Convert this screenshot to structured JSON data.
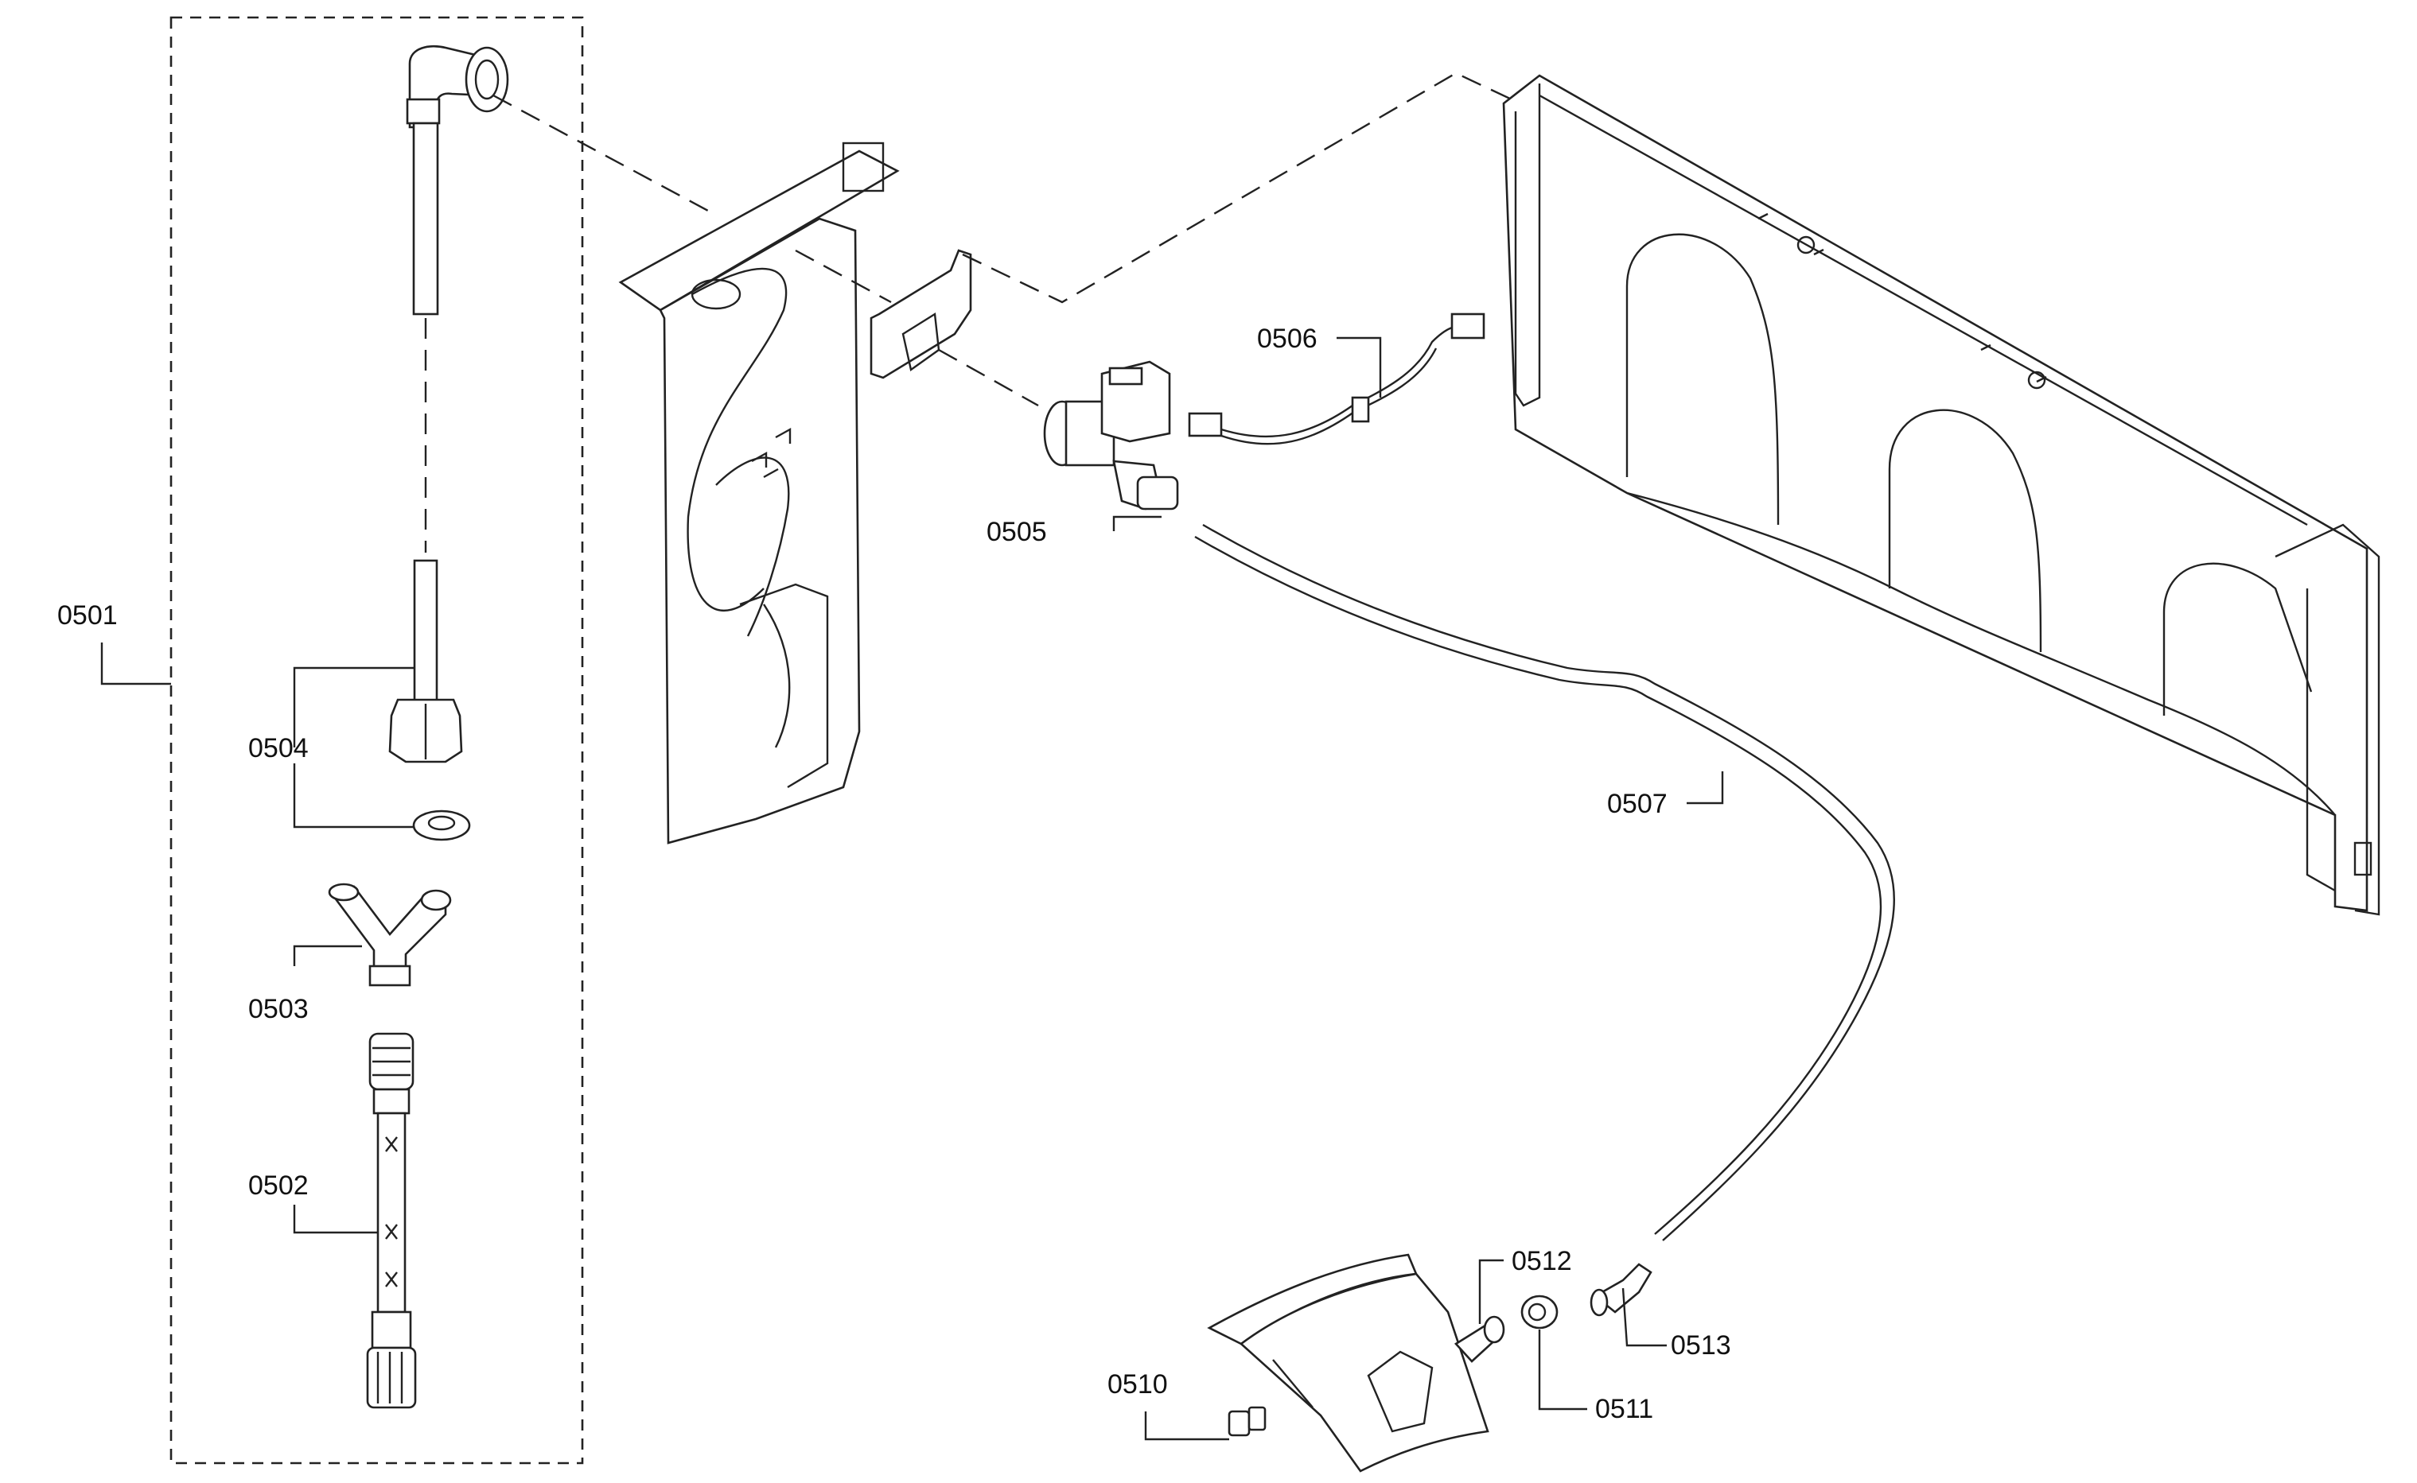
{
  "parts": {
    "p0501": "0501",
    "p0502": "0502",
    "p0503": "0503",
    "p0504": "0504",
    "p0505": "0505",
    "p0506": "0506",
    "p0507": "0507",
    "p0510": "0510",
    "p0511": "0511",
    "p0512": "0512",
    "p0513": "0513"
  }
}
